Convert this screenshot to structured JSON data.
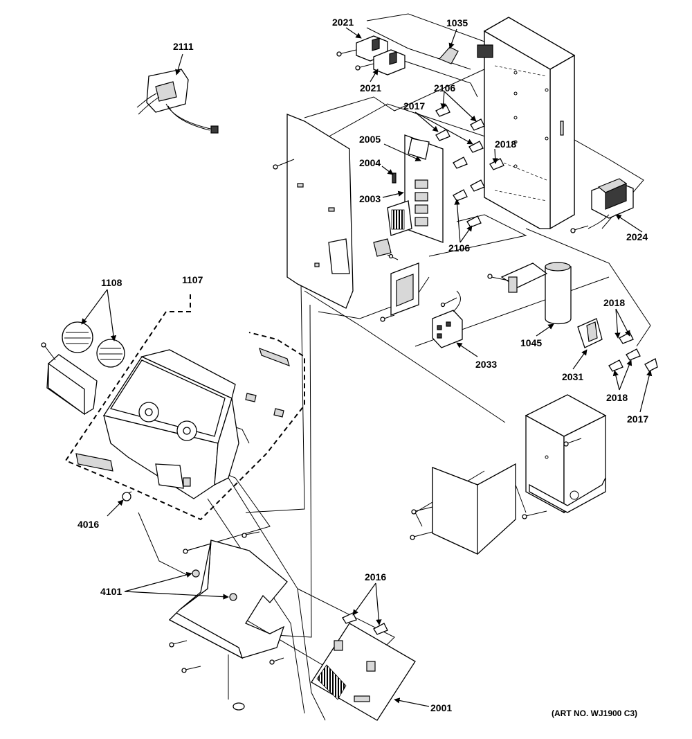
{
  "diagram": {
    "labels": {
      "p2111": "2111",
      "p2021a": "2021",
      "p2021b": "2021",
      "p1035": "1035",
      "p2106a": "2106",
      "p2017a": "2017",
      "p2005": "2005",
      "p2018a": "2018",
      "p2004": "2004",
      "p2003": "2003",
      "p2106b": "2106",
      "p2024": "2024",
      "p1108": "1108",
      "p1107": "1107",
      "p2018b": "2018",
      "p1045": "1045",
      "p2033": "2033",
      "p2031": "2031",
      "p2018c": "2018",
      "p2017b": "2017",
      "p4016": "4016",
      "p4101": "4101",
      "p2016": "2016",
      "p2001": "2001"
    },
    "art_number": "(ART NO. WJ1900 C3)"
  }
}
